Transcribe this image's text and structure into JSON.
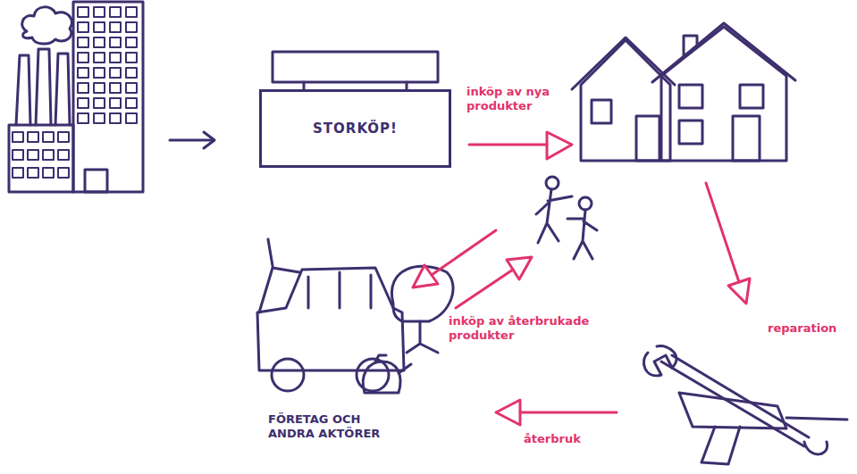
{
  "diagram": {
    "nodes": [
      {
        "text": [
          "STORKÖP!"
        ]
      }
    ],
    "labels": [
      "inköp av nya produkter",
      "reparation",
      "inköp av återbrukade produkter",
      "återbruk",
      "FÖRETAG OCH ANDRA AKTÖRER"
    ]
  }
}
